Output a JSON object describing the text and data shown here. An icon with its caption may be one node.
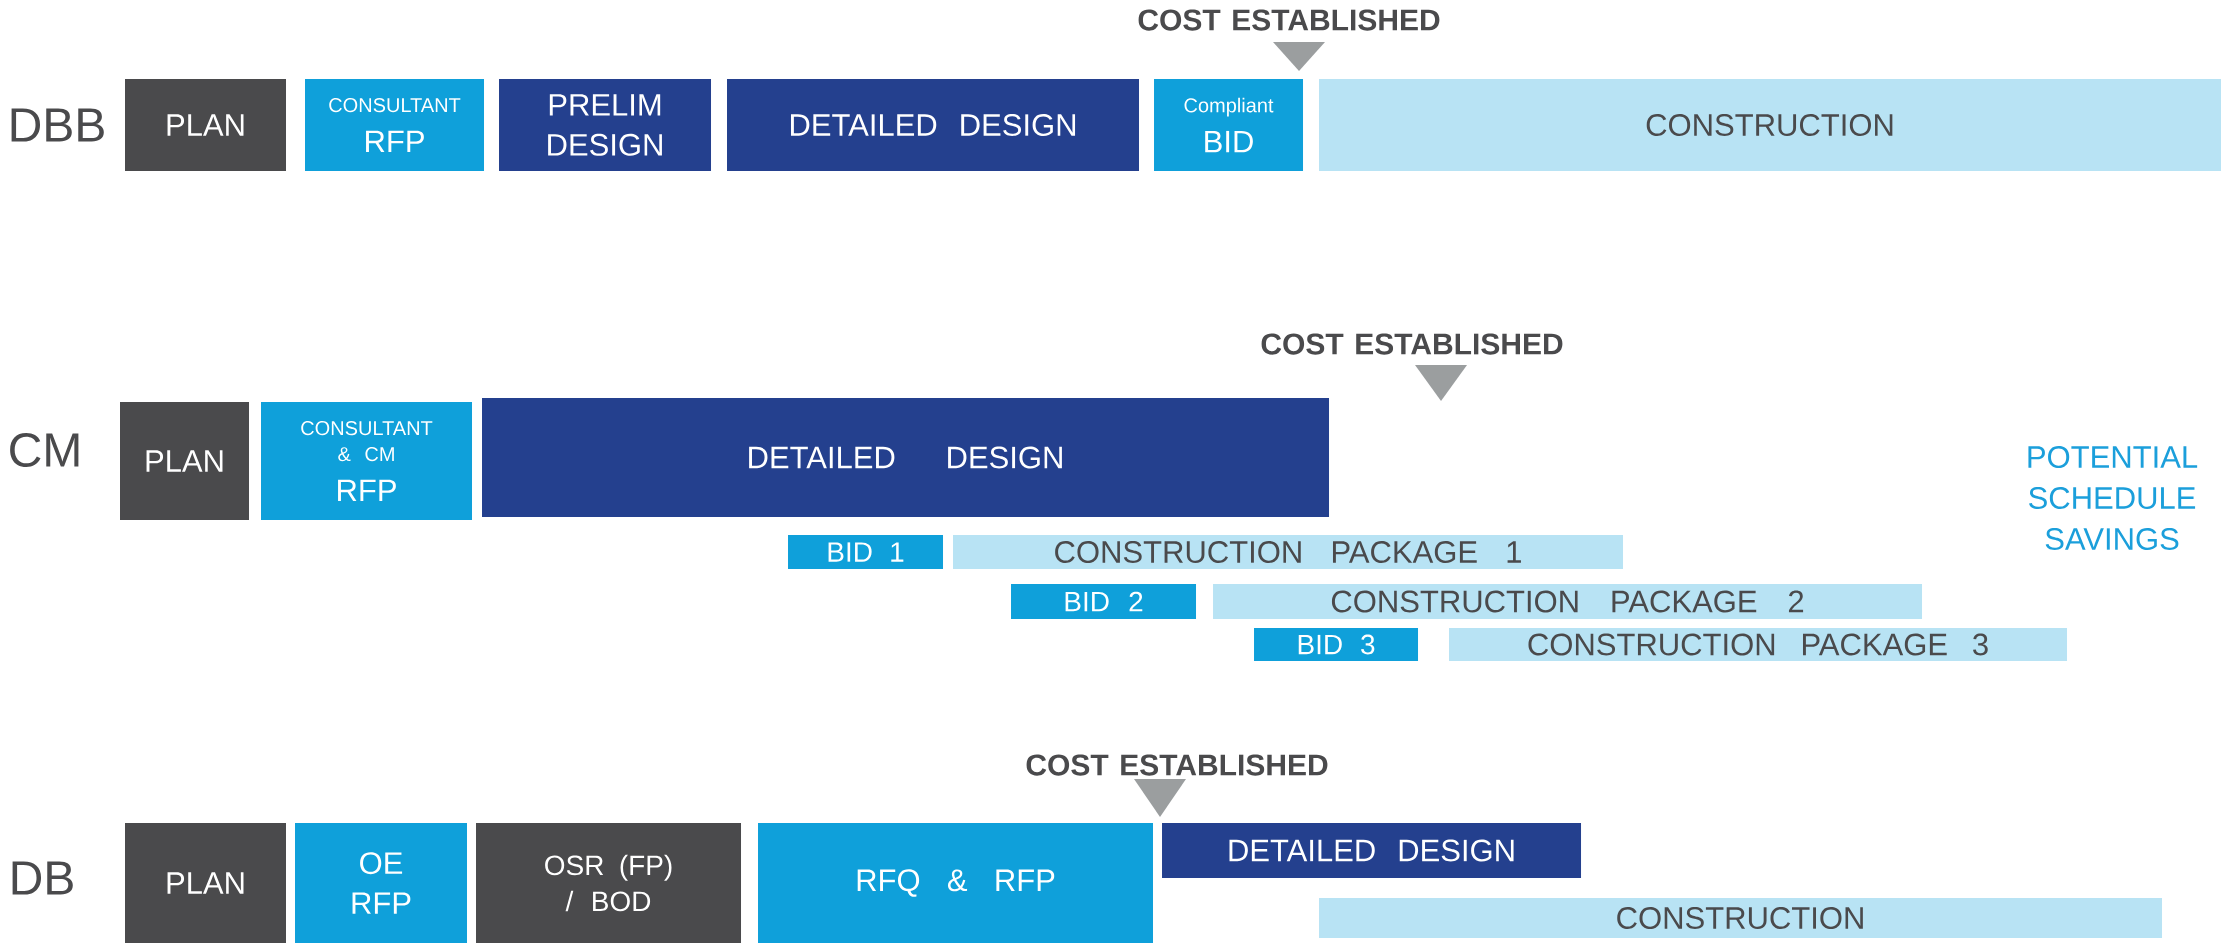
{
  "diagram": {
    "nodes": [
      {
        "text": [
          "PLAN"
        ]
      },
      {
        "text": [
          "CONSULTANT",
          "RFP"
        ]
      },
      {
        "text": [
          "PRELIM DESIGN"
        ]
      },
      {
        "text": [
          "DETAILED DESIGN"
        ]
      },
      {
        "text": [
          "Compliant",
          "BID"
        ]
      },
      {
        "text": [
          "CONSTRUCTION"
        ]
      },
      {
        "text": [
          "PLAN"
        ]
      },
      {
        "text": [
          "CONSULTANT & CM",
          "RFP"
        ]
      },
      {
        "text": [
          "DETAILED DESIGN"
        ]
      },
      {
        "text": [
          "BID 1"
        ]
      },
      {
        "text": [
          "CONSTRUCTION PACKAGE 1"
        ]
      },
      {
        "text": [
          "BID 2"
        ]
      },
      {
        "text": [
          "CONSTRUCTION PACKAGE 2"
        ]
      },
      {
        "text": [
          "BID 3"
        ]
      },
      {
        "text": [
          "CONSTRUCTION PACKAGE 3"
        ]
      },
      {
        "text": [
          "PLAN"
        ]
      },
      {
        "text": [
          "OE RFP"
        ]
      },
      {
        "text": [
          "OSR (FP) / BOD"
        ]
      },
      {
        "text": [
          "RFQ & RFP"
        ]
      },
      {
        "text": [
          "DETAILED DESIGN"
        ]
      },
      {
        "text": [
          "CONSTRUCTION"
        ]
      }
    ],
    "labels": [
      "COST ESTABLISHED",
      "DBB",
      "COST ESTABLISHED",
      "CM",
      "POTENTIAL SCHEDULE SAVINGS",
      "COST ESTABLISHED",
      "DB"
    ]
  }
}
